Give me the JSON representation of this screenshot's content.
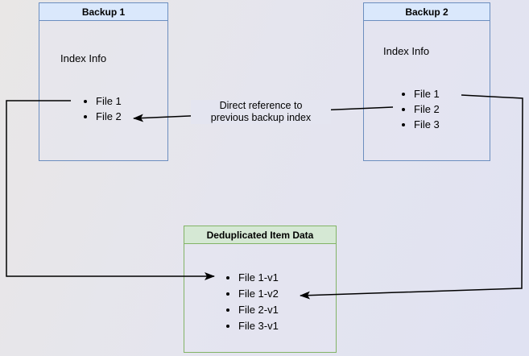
{
  "diagram": {
    "backup1": {
      "title": "Backup 1",
      "body_label": "Index Info",
      "files": [
        "File 1",
        "File 2"
      ]
    },
    "backup2": {
      "title": "Backup 2",
      "body_label": "Index Info",
      "files": [
        "File 1",
        "File 2",
        "File 3"
      ]
    },
    "dedup": {
      "title": "Deduplicated Item Data",
      "files": [
        "File 1-v1",
        "File 1-v2",
        "File 2-v1",
        "File 3-v1"
      ]
    },
    "annotation": {
      "line1": "Direct reference to",
      "line2": "previous backup index"
    }
  },
  "colors": {
    "backup_header_fill": "#dae8fc",
    "backup_border": "#6c8ebf",
    "dedup_header_fill": "#d5e8d4",
    "dedup_border": "#82b366",
    "arrow": "#000000",
    "text": "#000000"
  }
}
